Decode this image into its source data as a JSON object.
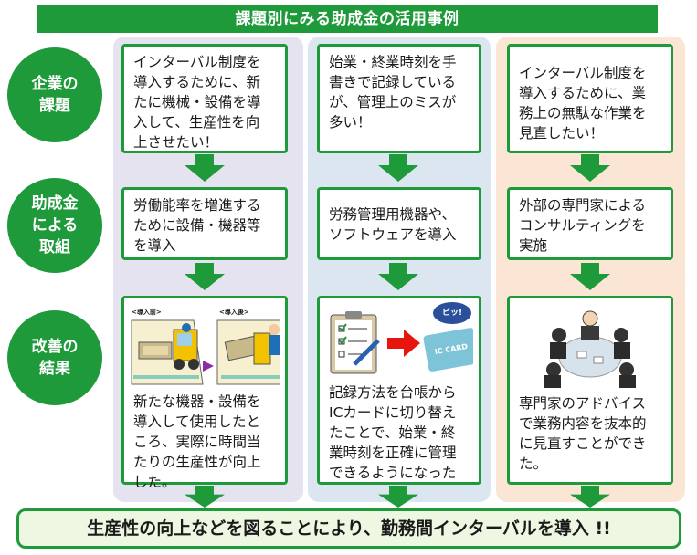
{
  "title": "課題別にみる助成金の活用事例",
  "rows": {
    "row1": "企業の\n課題",
    "row2": "助成金\nによる\n取組",
    "row3": "改善の\n結果"
  },
  "columns": [
    {
      "challenge": "インターバル制度を\n導入するために、新\nたに機械・設備を導\n入して、生産性を向\n上させたい！",
      "action": "労働能率を増進する\nために設備・機器等\nを導入",
      "result": "新たな機器・設備を\n導入して使用したと\nころ、実際に時間当\nたりの生産性が向上\nした。",
      "illus_before": "<導入前>",
      "illus_after": "<導入後>"
    },
    {
      "challenge": "始業・終業時刻を手\n書きで記録している\nが、管理上のミスが\n多い！",
      "action": "労務管理用機器や、\nソフトウェアを導入",
      "result": "記録方法を台帳から\nICカードに切り替え\nたことで、始業・終\n業時刻を正確に管理\nできるようになった",
      "illus_bubble": "ピッ!",
      "illus_card": "IC CARD"
    },
    {
      "challenge": "インターバル制度を\n導入するために、業\n務上の無駄な作業を\n見直したい！",
      "action": "外部の専門家による\nコンサルティングを\n実施",
      "result": "専門家のアドバイス\nで業務内容を抜本的\nに見直すことができ\nた。"
    }
  ],
  "conclusion": "生産性の向上などを図ることにより、勤務間インターバルを導入 !!",
  "colors": {
    "green": "#1e9a3a",
    "purple_bg": "#e6e3f0",
    "blue_bg": "#dce6f1",
    "orange_bg": "#fbe6d6"
  }
}
